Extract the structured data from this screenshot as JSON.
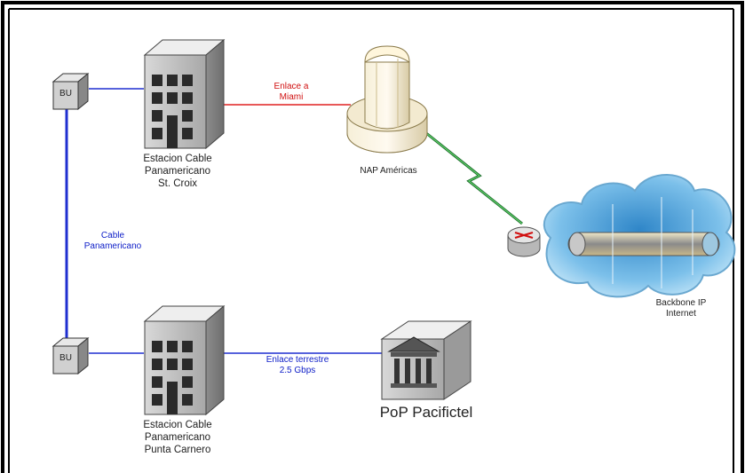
{
  "labels": {
    "bu_top": "BU",
    "bu_bottom": "BU",
    "station_top": [
      "Estacion Cable",
      "Panamericano",
      "St. Croix"
    ],
    "station_bottom": [
      "Estacion Cable",
      "Panamericano",
      "Punta Carnero"
    ],
    "link_miami": [
      "Enlace a",
      "Miami"
    ],
    "nap": "NAP Américas",
    "cable": [
      "Cable",
      "Panamericano"
    ],
    "backbone": [
      "Backbone IP",
      "Internet"
    ],
    "link_terrestre": [
      "Enlace terrestre",
      "2.5 Gbps"
    ],
    "pop": "PoP Pacifictel"
  },
  "colors": {
    "red_link": "#e02020",
    "blue_link": "#1f2fd0",
    "wireless": "#2a8a3a",
    "cloud": "#a9d4ee"
  }
}
